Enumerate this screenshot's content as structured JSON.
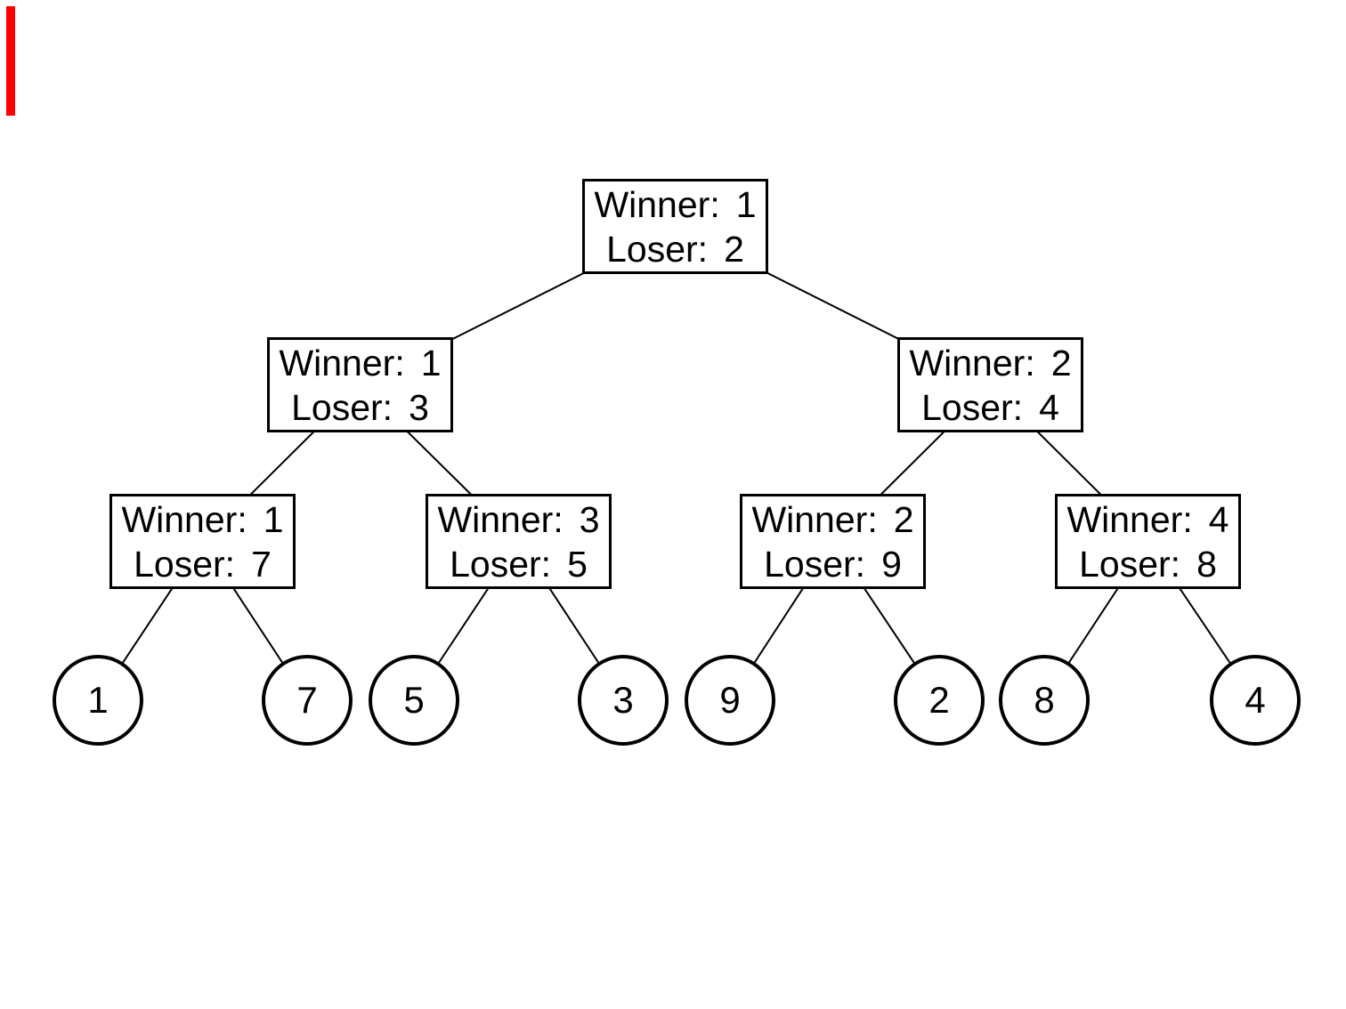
{
  "diagram": {
    "type": "tournament-selection-tree",
    "colors": {
      "ink": "#000000",
      "background": "#ffffff",
      "marker": "#ff0000"
    },
    "matches": [
      {
        "round": "final",
        "winner_label": "Winner:",
        "winner": "1",
        "loser_label": "Loser:",
        "loser": "2"
      },
      {
        "round": "semi-left",
        "winner_label": "Winner:",
        "winner": "1",
        "loser_label": "Loser:",
        "loser": "3"
      },
      {
        "round": "semi-right",
        "winner_label": "Winner:",
        "winner": "2",
        "loser_label": "Loser:",
        "loser": "4"
      },
      {
        "round": "quarter-1",
        "winner_label": "Winner:",
        "winner": "1",
        "loser_label": "Loser:",
        "loser": "7"
      },
      {
        "round": "quarter-2",
        "winner_label": "Winner:",
        "winner": "3",
        "loser_label": "Loser:",
        "loser": "5"
      },
      {
        "round": "quarter-3",
        "winner_label": "Winner:",
        "winner": "2",
        "loser_label": "Loser:",
        "loser": "9"
      },
      {
        "round": "quarter-4",
        "winner_label": "Winner:",
        "winner": "4",
        "loser_label": "Loser:",
        "loser": "8"
      }
    ],
    "leaves": [
      "1",
      "7",
      "5",
      "3",
      "9",
      "2",
      "8",
      "4"
    ]
  }
}
